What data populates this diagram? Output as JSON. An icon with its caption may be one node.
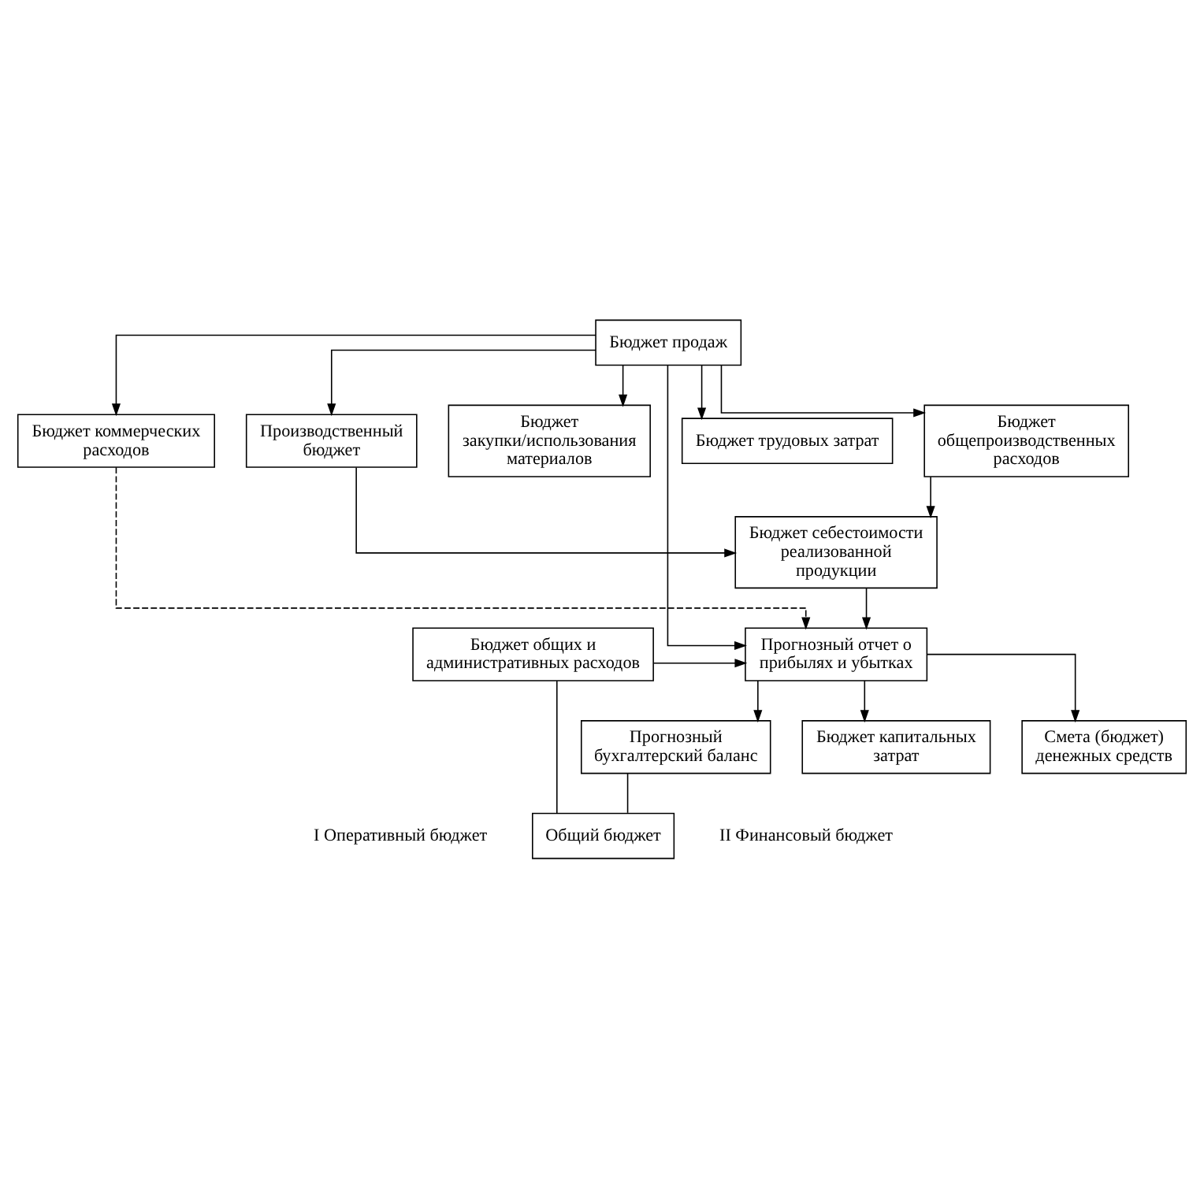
{
  "diagram": {
    "nodes": [
      {
        "text": [
          "Бюджет продаж"
        ]
      },
      {
        "text": [
          "Бюджет коммерческих расходов"
        ]
      },
      {
        "text": [
          "Производственный бюджет"
        ]
      },
      {
        "text": [
          "Бюджет закупки/использования материалов"
        ]
      },
      {
        "text": [
          "Бюджет трудовых затрат"
        ]
      },
      {
        "text": [
          "Бюджет общепроизводственных расходов"
        ]
      },
      {
        "text": [
          "Бюджет капитальных затрат"
        ]
      },
      {
        "text": [
          "Бюджет себестоимости реализованной продукции"
        ]
      },
      {
        "text": [
          "Смета (бюджет) денежных средств"
        ]
      },
      {
        "text": [
          "Прогнозный отчет о прибылях и убытках"
        ]
      },
      {
        "text": [
          "Прогнозный бухгалтерский баланс"
        ]
      },
      {
        "text": [
          "Бюджет общих и административных расходов"
        ]
      },
      {
        "text": [
          "Общий бюджет"
        ]
      }
    ],
    "edges": [
      {
        "from": 0,
        "to": 1,
        "arrow": "to"
      },
      {
        "from": 0,
        "to": 2,
        "arrow": "to"
      },
      {
        "from": 0,
        "to": 3,
        "arrow": "to"
      },
      {
        "from": 0,
        "to": 4,
        "arrow": "to"
      },
      {
        "from": 0,
        "to": 5,
        "arrow": "to"
      },
      {
        "from": 0,
        "to": 9,
        "arrow": "to"
      },
      {
        "from": 1,
        "to": 9,
        "arrow": "to",
        "style": "dashed"
      },
      {
        "from": 11,
        "to": 9,
        "arrow": "to"
      },
      {
        "from": 2,
        "to": 7,
        "arrow": "to"
      },
      {
        "from": 5,
        "to": 7,
        "arrow": "to"
      },
      {
        "from": 7,
        "to": 9,
        "arrow": "to"
      },
      {
        "from": 9,
        "to": 6,
        "arrow": "to"
      },
      {
        "from": 9,
        "to": 8,
        "arrow": "to"
      },
      {
        "from": 9,
        "to": 10,
        "arrow": "to"
      },
      {
        "from": 11,
        "to": 12,
        "arrow": "none"
      },
      {
        "from": 10,
        "to": 12,
        "arrow": "none"
      }
    ],
    "labels": [
      "I Оперативный бюджет",
      "II Финансовый бюджет"
    ]
  }
}
